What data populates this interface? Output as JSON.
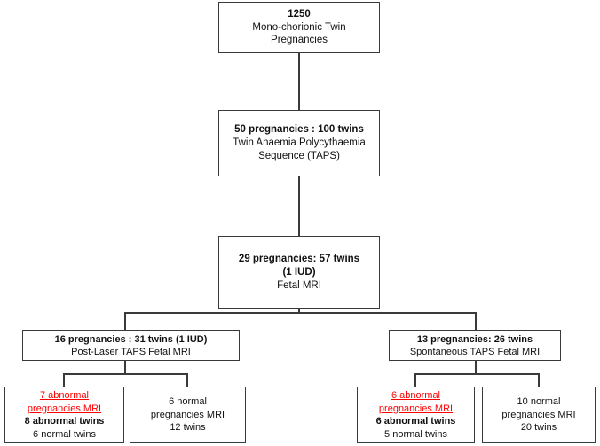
{
  "diagram": {
    "title": "TAPS Fetal MRI study flow",
    "colors": {
      "box_border": "#3a3a3a",
      "text": "#111111",
      "highlight": "#ff0000"
    },
    "nodes": {
      "top": {
        "lines": [
          {
            "text": "1250",
            "style": "bold"
          },
          {
            "text": "Mono-chorionic Twin",
            "style": "normal"
          },
          {
            "text": "Pregnancies",
            "style": "normal"
          }
        ]
      },
      "taps": {
        "lines": [
          {
            "text": "50 pregnancies : 100 twins",
            "style": "bold"
          },
          {
            "text": "Twin Anaemia Polycythaemia",
            "style": "normal"
          },
          {
            "text": "Sequence (TAPS)",
            "style": "normal"
          }
        ]
      },
      "fetal_mri": {
        "lines": [
          {
            "text": "29 pregnancies: 57 twins",
            "style": "bold"
          },
          {
            "text": "(1 IUD)",
            "style": "bold"
          },
          {
            "text": "Fetal MRI",
            "style": "normal"
          }
        ]
      },
      "post_laser": {
        "lines": [
          {
            "text": "16 pregnancies : 31 twins (1 IUD)",
            "style": "bold"
          },
          {
            "text": "Post-Laser TAPS Fetal MRI",
            "style": "normal"
          }
        ]
      },
      "spontaneous": {
        "lines": [
          {
            "text": "13 pregnancies: 26 twins",
            "style": "bold"
          },
          {
            "text": "Spontaneous TAPS Fetal MRI",
            "style": "normal"
          }
        ]
      },
      "post_laser_abnormal": {
        "lines": [
          {
            "text": "7 abnormal",
            "style": "red"
          },
          {
            "text": "pregnancies MRI",
            "style": "red"
          },
          {
            "text": "8 abnormal twins",
            "style": "bold"
          },
          {
            "text": "6 normal twins",
            "style": "normal"
          }
        ]
      },
      "post_laser_normal": {
        "lines": [
          {
            "text": "6 normal",
            "style": "normal"
          },
          {
            "text": "pregnancies MRI",
            "style": "normal"
          },
          {
            "text": "12 twins",
            "style": "normal"
          }
        ]
      },
      "spontaneous_abnormal": {
        "lines": [
          {
            "text": "6 abnormal",
            "style": "red"
          },
          {
            "text": "pregnancies MRI",
            "style": "red"
          },
          {
            "text": "6 abnormal twins",
            "style": "bold"
          },
          {
            "text": "5 normal twins",
            "style": "normal"
          }
        ]
      },
      "spontaneous_normal": {
        "lines": [
          {
            "text": "10 normal",
            "style": "normal"
          },
          {
            "text": "pregnancies MRI",
            "style": "normal"
          },
          {
            "text": "20 twins",
            "style": "normal"
          }
        ]
      }
    }
  }
}
